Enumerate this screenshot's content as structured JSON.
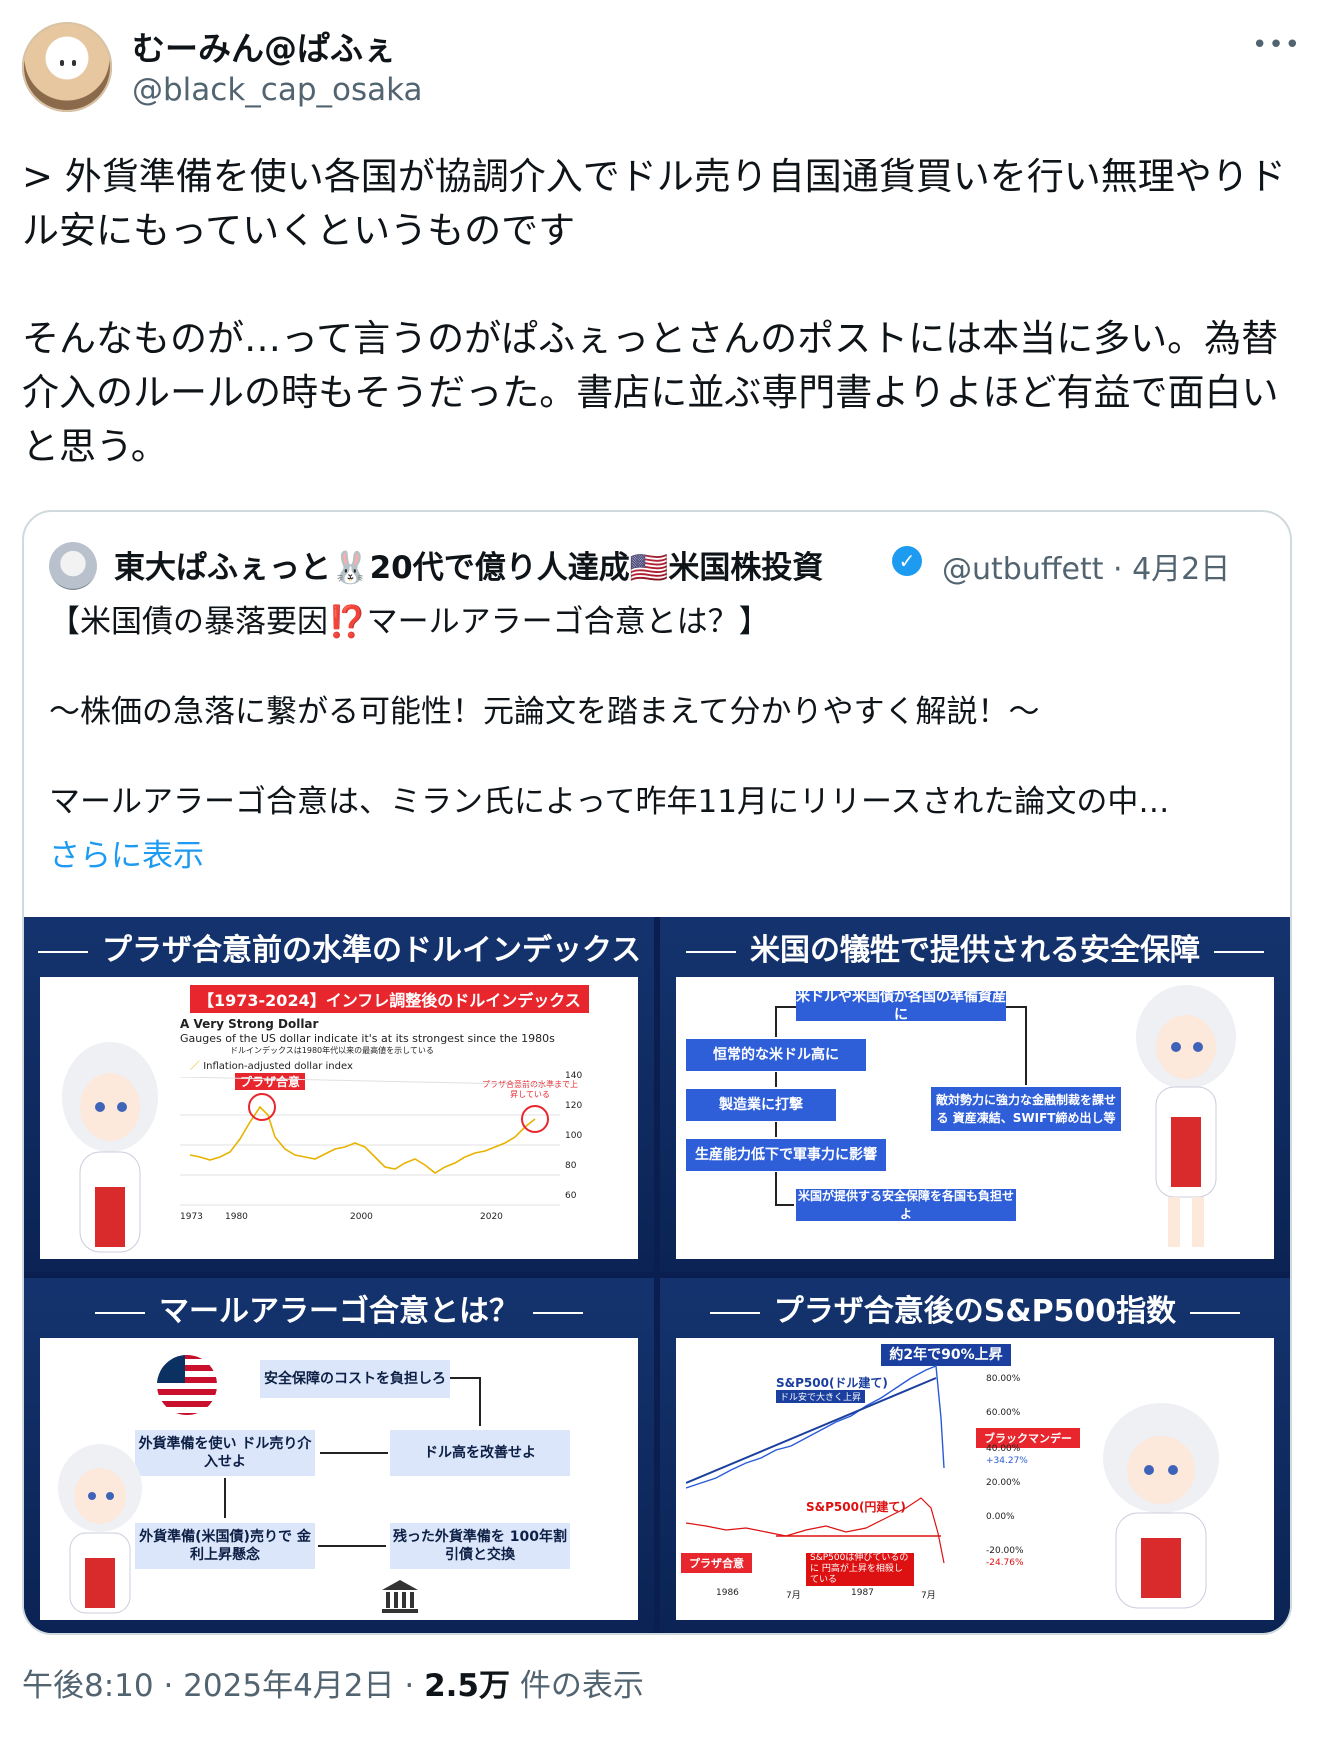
{
  "author": {
    "display_name": "むーみん@ぱふぇ",
    "handle": "@black_cap_osaka"
  },
  "post": {
    "text": "> 外貨準備を使い各国が協調介入でドル売り自国通貨買いを行い無理やりドル安にもっていくというものです\n\nそんなものが…って言うのがぱふぇっとさんのポストには本当に多い。為替介入のルールの時もそうだった。書店に並ぶ専門書よりよほど有益で面白いと思う。"
  },
  "quote": {
    "name": "東大ぱふぇっと🐰20代で億り人達成🇺🇸米国株投資",
    "handle": "@utbuffett · 4月2日",
    "text": "【米国債の暴落要因⁉️マールアラーゴ合意とは？】\n\n～株価の急落に繋がる可能性！元論文を踏まえて分かりやすく解説！～\n\nマールアラーゴ合意は、ミラン氏によって昨年11月にリリースされた論文の中…",
    "more_label": "さらに表示"
  },
  "images": {
    "p1": {
      "title": "プラザ合意前の水準のドルインデックス",
      "banner": "【1973-2024】インフレ調整後のドルインデックス",
      "heading": "A Very Strong Dollar",
      "subheading": "Gauges of the US dollar indicate it's at its strongest since the 1980s",
      "jp_sub": "ドルインデックスは1980年代以来の最高値を示している",
      "legend": "Inflation-adjusted dollar index",
      "label_plaza": "プラザ合意",
      "label_recent": "プラザ合意前の水準まで上昇している",
      "yticks": [
        "140",
        "120",
        "100",
        "80",
        "60"
      ],
      "xticks": [
        "1973",
        "1980",
        "2000",
        "2020"
      ]
    },
    "p2": {
      "title": "米国の犠牲で提供される安全保障",
      "boxes": [
        "米ドルや米国債が各国の準備資産に",
        "恒常的な米ドル高に",
        "製造業に打撃",
        "生産能力低下で軍事力に影響",
        "米国が提供する安全保障を各国も負担せよ",
        "敵対勢力に強力な金融制裁を課せる 資産凍結、SWIFT締め出し等"
      ]
    },
    "p3": {
      "title": "マールアラーゴ合意とは？",
      "boxes": [
        "安全保障のコストを負担しろ",
        "ドル高を改善せよ",
        "外貨準備を使い ドル売り介入せよ",
        "外貨準備(米国債)売りで 金利上昇懸念",
        "残った外貨準備を 100年割引債と交換"
      ]
    },
    "p4": {
      "title": "プラザ合意後のS&P500指数",
      "banner": "約2年で90%上昇",
      "series_usd": "S&P500(ドル建て)",
      "series_usd_note": "ドル安で大きく上昇",
      "series_jpy": "S&P500(円建て)",
      "black_monday": "ブラックマンデー",
      "plaza": "プラザ合意",
      "note": "S&P500は伸びているのに 円高が上昇を相殺している",
      "yticks": [
        "80.00%",
        "60.00%",
        "40.00%",
        "20.00%",
        "0.00%",
        "-20.00%"
      ],
      "val_usd": "+34.27%",
      "val_jpy": "-24.76%",
      "xticks": [
        "1986",
        "7月",
        "1987",
        "7月"
      ]
    }
  },
  "footer": {
    "time": "午後8:10 · 2025年4月2日 · ",
    "views": "2.5万",
    "views_label": " 件の表示"
  }
}
